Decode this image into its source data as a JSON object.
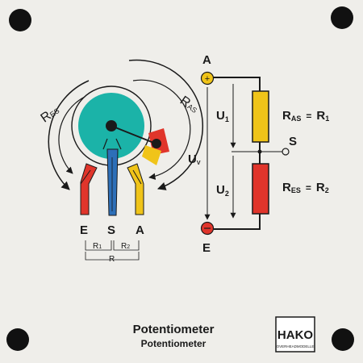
{
  "colors": {
    "background": "#efeeea",
    "teal": "#1bb3a8",
    "red": "#e0352b",
    "blue": "#2d6fb8",
    "yellow": "#f0c419",
    "ink": "#1a1a1a",
    "ink_line": "#333333"
  },
  "icons": [
    "screw-hole-icon",
    "terminal-icon",
    "arrow-icon",
    "hako-logo-icon"
  ],
  "dial": {
    "arc_left_label": {
      "main": "R",
      "sub": "ES"
    },
    "arc_right_label": {
      "main": "R",
      "sub": "AS"
    },
    "pin_e": "E",
    "pin_s": "S",
    "pin_a": "A",
    "bracket_r1": {
      "main": "R",
      "sub": "1"
    },
    "bracket_r2": {
      "main": "R",
      "sub": "2"
    },
    "bracket_r": "R"
  },
  "circuit": {
    "terminal_a": "A",
    "terminal_e": "E",
    "wiper": "S",
    "u1": {
      "main": "U",
      "sub": "1"
    },
    "u2": {
      "main": "U",
      "sub": "2"
    },
    "uv": {
      "main": "U",
      "sub": "V"
    },
    "r_as": {
      "main": "R",
      "sub": "AS",
      "eq": "=",
      "rhs_main": "R",
      "rhs_sub": "1"
    },
    "r_es": {
      "main": "R",
      "sub": "ES",
      "eq": "=",
      "rhs_main": "R",
      "rhs_sub": "2"
    }
  },
  "titles": {
    "main": "Potentiometer",
    "sub": "Potentiometer"
  },
  "logo": {
    "name": "HAKO",
    "tagline": "OVERHEADMODELLE"
  }
}
